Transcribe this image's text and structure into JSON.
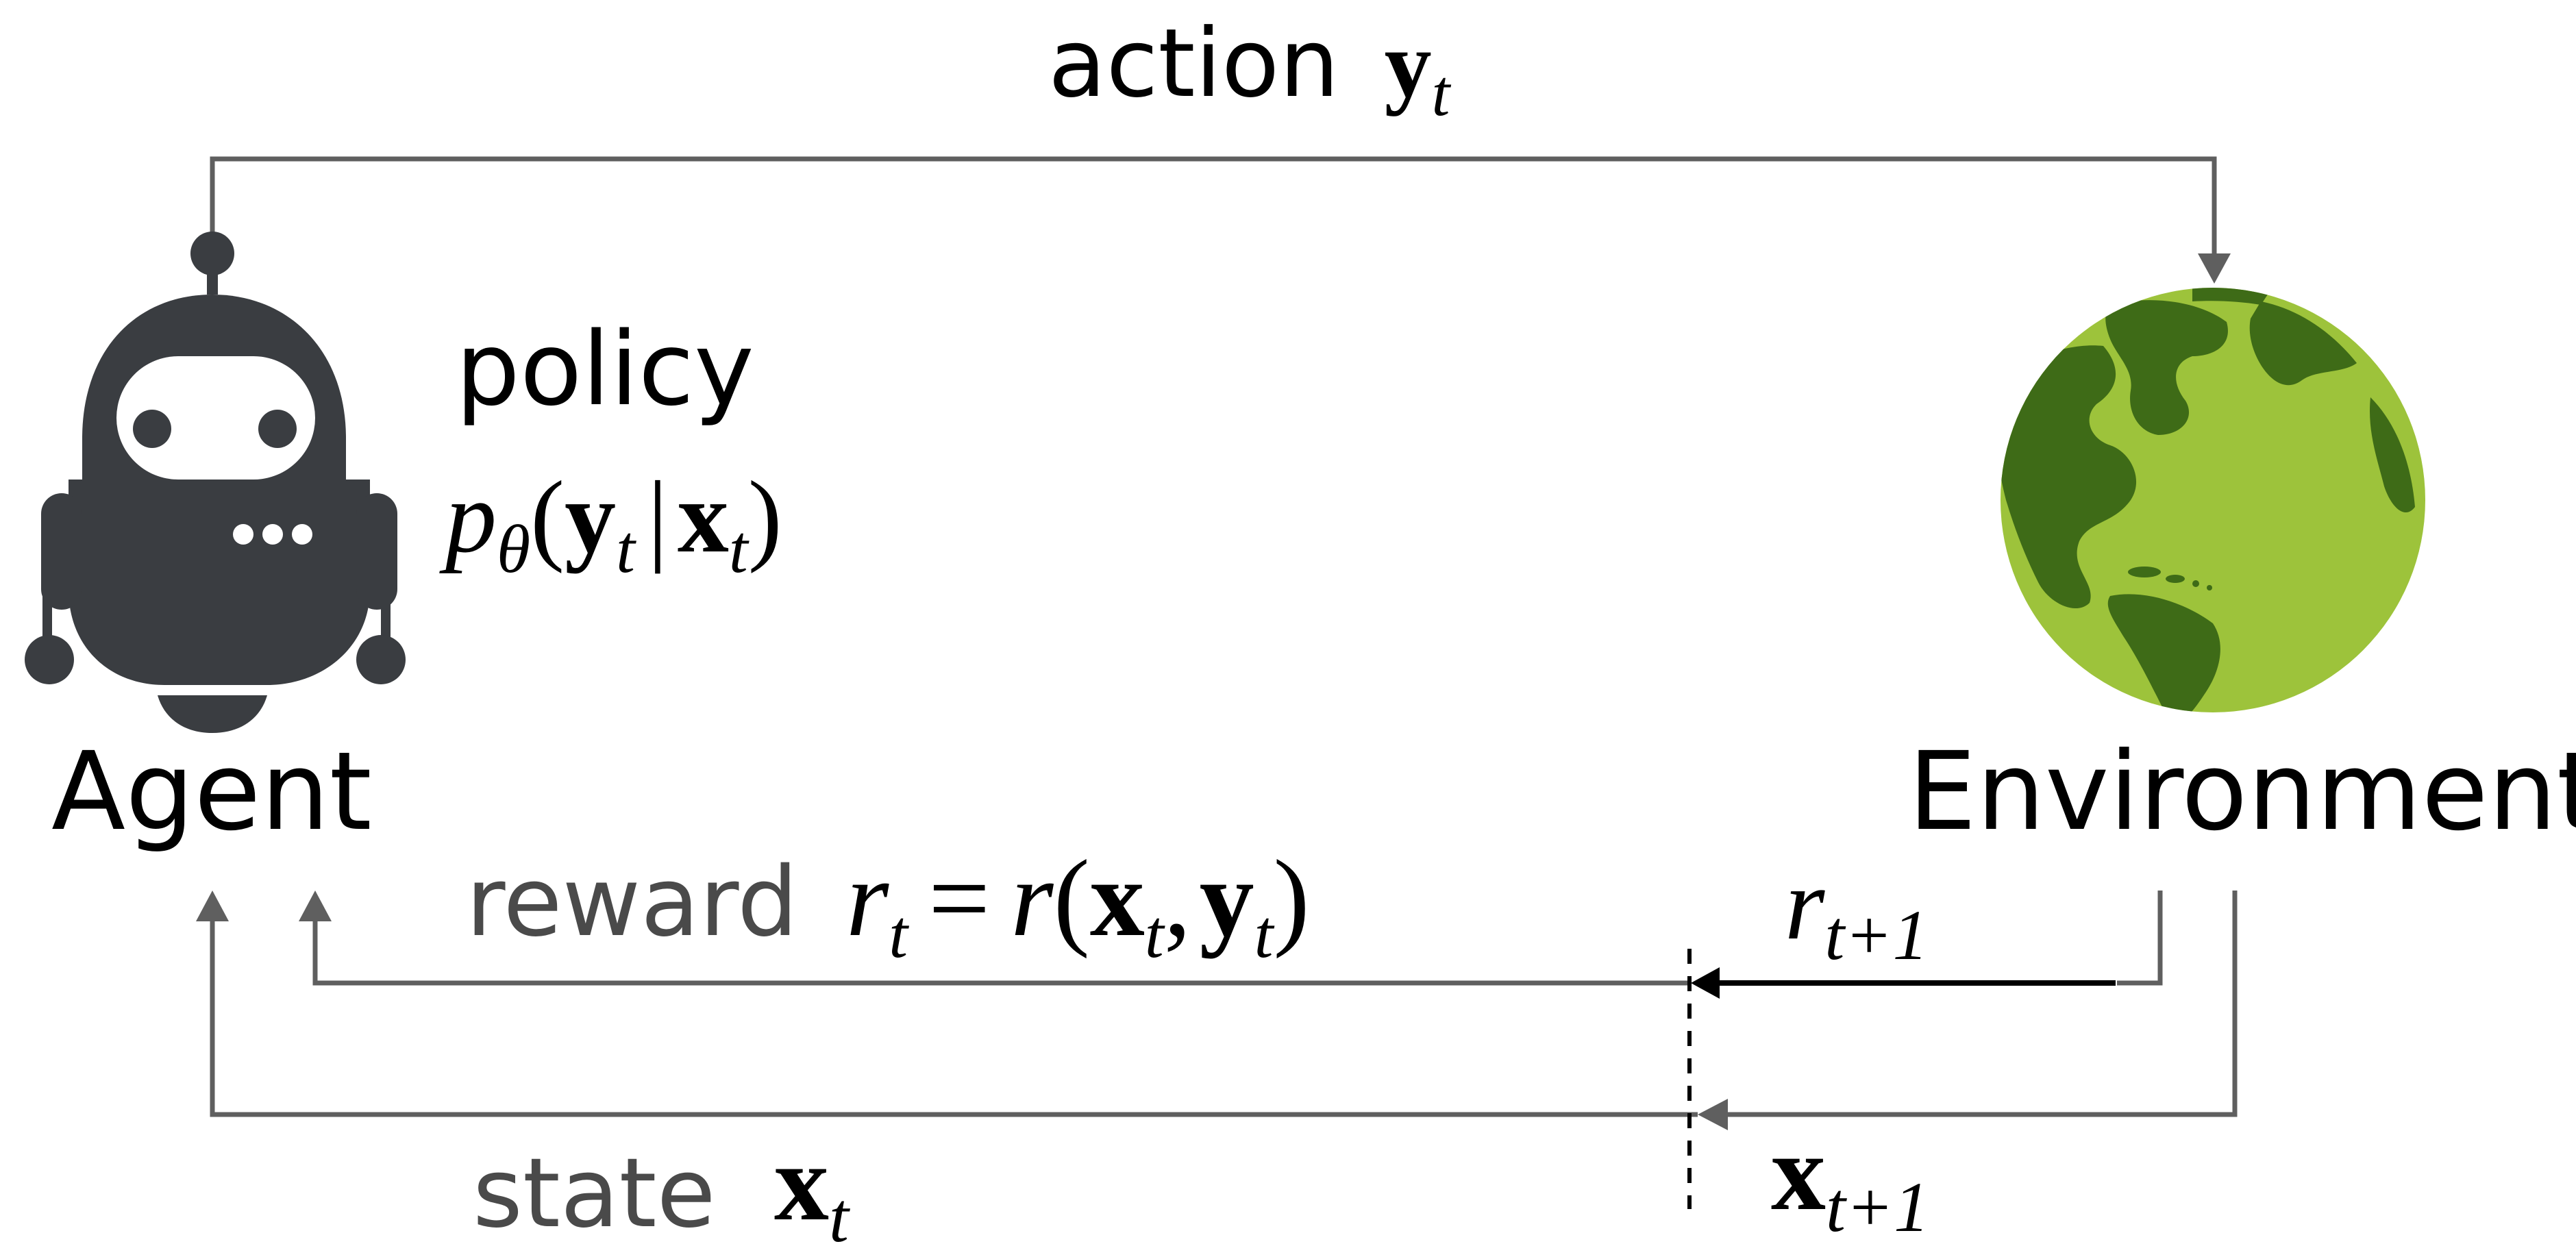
{
  "labels": {
    "action_word": "action",
    "action_symbol": "y",
    "action_sub": "t",
    "policy_word": "policy",
    "policy_p": "p",
    "policy_theta": "θ",
    "policy_open": "(",
    "policy_y": "y",
    "policy_y_sub": "t",
    "policy_bar": "|",
    "policy_x": "x",
    "policy_x_sub": "t",
    "policy_close": ")",
    "agent": "Agent",
    "environment": "Environment",
    "reward_word": "reward",
    "reward_r": "r",
    "reward_r_sub": "t",
    "reward_eq": "=",
    "reward_r2": "r",
    "reward_open": "(",
    "reward_x": "x",
    "reward_x_sub": "t",
    "reward_comma": ",",
    "reward_y": "y",
    "reward_y_sub": "t",
    "reward_close": ")",
    "next_r": "r",
    "next_r_sub": "t+1",
    "state_word": "state",
    "state_x": "x",
    "state_x_sub": "t",
    "next_x": "x",
    "next_x_sub": "t+1"
  },
  "icons": {
    "agent": "robot-icon",
    "environment": "globe-icon"
  },
  "colors": {
    "text": "#000000",
    "label_gray": "#4a4a4a",
    "arrow_gray": "#5f5f5f",
    "arrow_black": "#000000",
    "robot": "#3a3d41",
    "globe_light": "#9dc33b",
    "globe_dark": "#3e6b17"
  }
}
